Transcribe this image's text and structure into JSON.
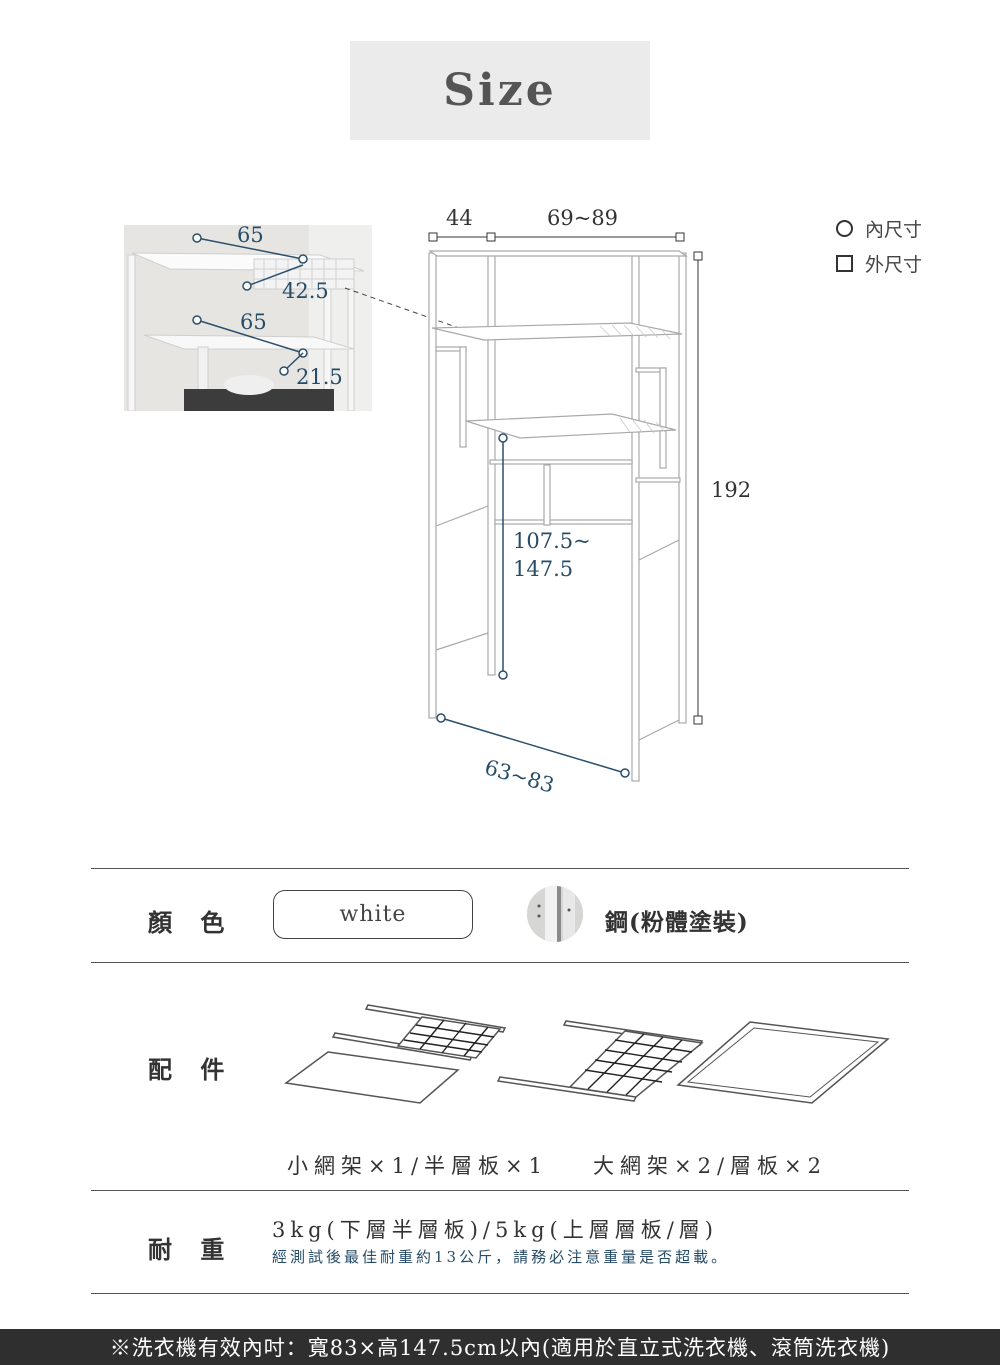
{
  "header": {
    "title": "Size"
  },
  "legend": {
    "inner_label": "內尺寸",
    "outer_label": "外尺寸"
  },
  "dimensions": {
    "photo_w_top": "65",
    "photo_d_top": "42.5",
    "photo_w_mid": "65",
    "photo_d_mid": "21.5",
    "top_depth": "44",
    "top_width": "69~89",
    "height": "192",
    "clear_height_1": "107.5~",
    "clear_height_2": "147.5",
    "base_width": "63~83"
  },
  "specs": {
    "color": {
      "label": "顏 色",
      "value": "white",
      "material": "鋼(粉體塗裝)"
    },
    "accessories": {
      "label": "配 件",
      "set_small": "小網架×1/半層板×1",
      "set_large": "大網架×2/層板×2"
    },
    "load": {
      "label": "耐 重",
      "main": "3kg(下層半層板)/5kg(上層層板/層)",
      "note": "經測試後最佳耐重約13公斤，請務必注意重量是否超載。"
    }
  },
  "footer": {
    "text": "※洗衣機有效內吋：寬83×高147.5cm以內(適用於直立式洗衣機、滾筒洗衣機)"
  }
}
